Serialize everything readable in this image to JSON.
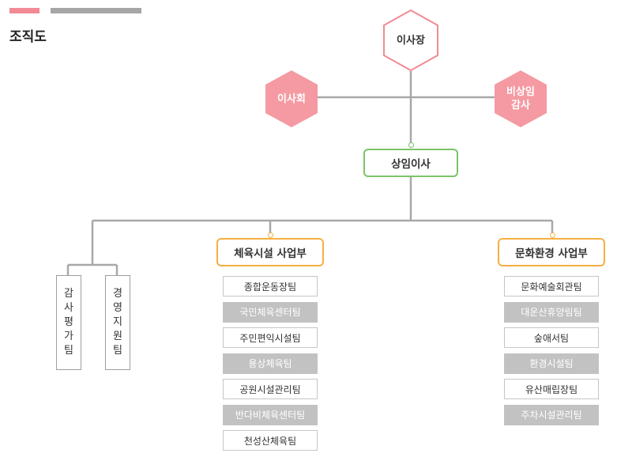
{
  "page": {
    "title": "조직도",
    "accent_pink": "#f28a95",
    "accent_gray": "#a6a6a6"
  },
  "nodes": {
    "chairman": "이사장",
    "board": "이사회",
    "auditor": "비상임 감사",
    "standing_director": "상임이사"
  },
  "divisions": {
    "sports": {
      "title": "체육시설 사업부"
    },
    "culture": {
      "title": "문화환경 사업부"
    }
  },
  "direct_teams": [
    "감사평가팀",
    "경영지원팀"
  ],
  "sports_teams": [
    {
      "name": "종합운동장팀",
      "shaded": false
    },
    {
      "name": "국민체육센터팀",
      "shaded": true
    },
    {
      "name": "주민편익시설팀",
      "shaded": false
    },
    {
      "name": "용상체육팀",
      "shaded": true
    },
    {
      "name": "공원시설관리팀",
      "shaded": false
    },
    {
      "name": "반다비체육센터팀",
      "shaded": true
    },
    {
      "name": "천성산체육팀",
      "shaded": false
    }
  ],
  "culture_teams": [
    {
      "name": "문화예술회관팀",
      "shaded": false
    },
    {
      "name": "대운산휴양림팀",
      "shaded": true
    },
    {
      "name": "숲애서팀",
      "shaded": false
    },
    {
      "name": "환경시설팀",
      "shaded": true
    },
    {
      "name": "유산매립장팀",
      "shaded": false
    },
    {
      "name": "주차시설관리팀",
      "shaded": true
    }
  ],
  "colors": {
    "connector": "#a8a8a8",
    "hex_main_border": "#f28a95",
    "hex_main_fill": "#ffffff",
    "hex_side_fill": "#f59aa2",
    "standing_border": "#7cc36a",
    "division_border": "#f5b041"
  }
}
